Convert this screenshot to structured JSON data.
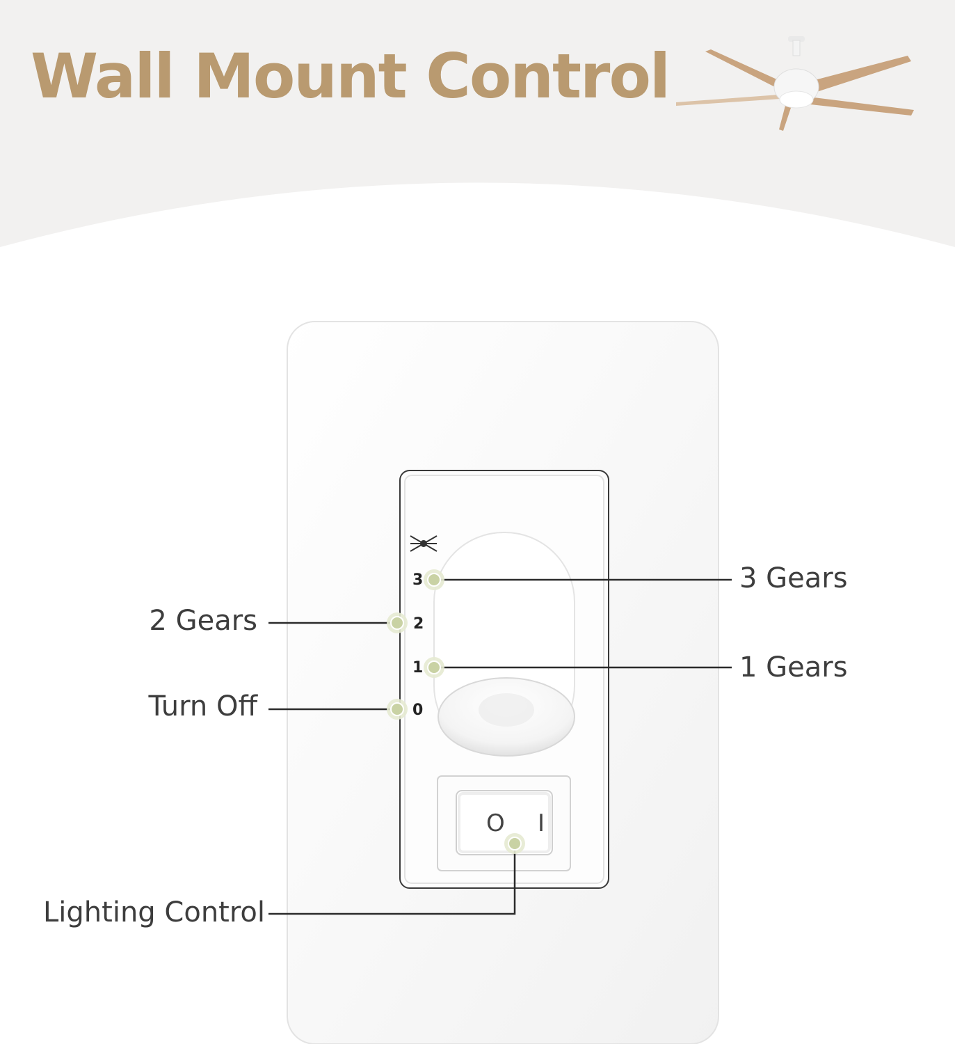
{
  "title": "Wall Mount Control",
  "colors": {
    "title": "#b99a70",
    "header_bg": "#f2f1f0",
    "label_text": "#3d3d3d",
    "leader_line": "#2b2b2b",
    "marker_fill": "#c9d2a4",
    "marker_ring": "#e4e8cf",
    "plate": "#fbfbfb",
    "fan_blade": "#c9a47f"
  },
  "scale": {
    "labels": [
      "3",
      "2",
      "1",
      "0"
    ]
  },
  "fan_icon": "ceiling-fan-icon",
  "rocker": {
    "off_mark": "O",
    "on_mark": "I"
  },
  "callouts": {
    "gear3": "3 Gears",
    "gear2": "2 Gears",
    "gear1": "1 Gears",
    "off": "Turn Off",
    "light": "Lighting Control"
  }
}
